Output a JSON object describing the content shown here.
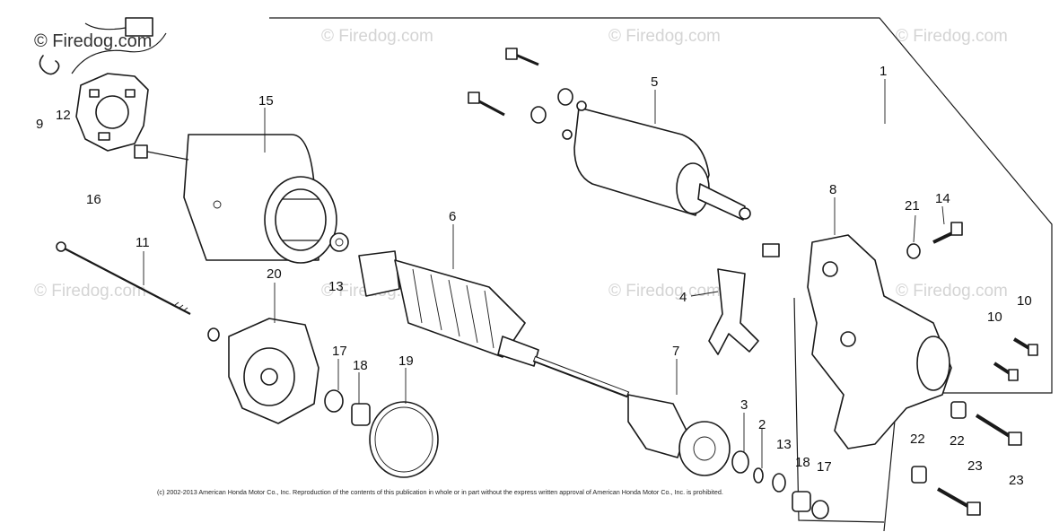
{
  "watermark": "© Firedog.com",
  "copyright": "(c) 2002-2013 American Honda Motor Co., Inc. Reproduction of the contents of this publication in whole or in part without the express written approval of American Honda Motor Co., Inc. is prohibited.",
  "callouts": {
    "c1": "1",
    "c2": "2",
    "c3": "3",
    "c4": "4",
    "c5": "5",
    "c6": "6",
    "c7": "7",
    "c8": "8",
    "c9": "9",
    "c10a": "10",
    "c10b": "10",
    "c11": "11",
    "c12": "12",
    "c13a": "13",
    "c13b": "13",
    "c14": "14",
    "c15": "15",
    "c16": "16",
    "c17a": "17",
    "c17b": "17",
    "c18a": "18",
    "c18b": "18",
    "c19": "19",
    "c20": "20",
    "c21": "21",
    "c22a": "22",
    "c22b": "22",
    "c23a": "23",
    "c23b": "23"
  }
}
